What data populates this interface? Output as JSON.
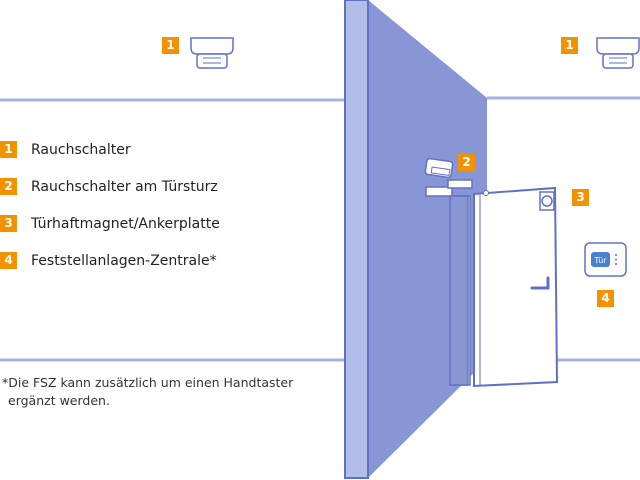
{
  "legend": [
    {
      "num": "1",
      "label": "Rauchschalter"
    },
    {
      "num": "2",
      "label": "Rauchschalter am Türsturz"
    },
    {
      "num": "3",
      "label": "Türhaftmagnet/Ankerplatte"
    },
    {
      "num": "4",
      "label": "Feststellanlagen-Zentrale*"
    }
  ],
  "badges": {
    "smoke_left": "1",
    "smoke_right": "1",
    "lintel_switch": "2",
    "magnet": "3",
    "central": "4"
  },
  "central_unit_label": "Tür",
  "footnote": {
    "line1": "*Die FSZ kann zusätzlich um einen Handtaster",
    "line2": "ergänzt werden."
  },
  "colors": {
    "badge": "#f39200",
    "wall_light": "#b3bde9",
    "wall_dark": "#8896d6",
    "line": "#a8b2e2",
    "outline": "#6270c4"
  }
}
